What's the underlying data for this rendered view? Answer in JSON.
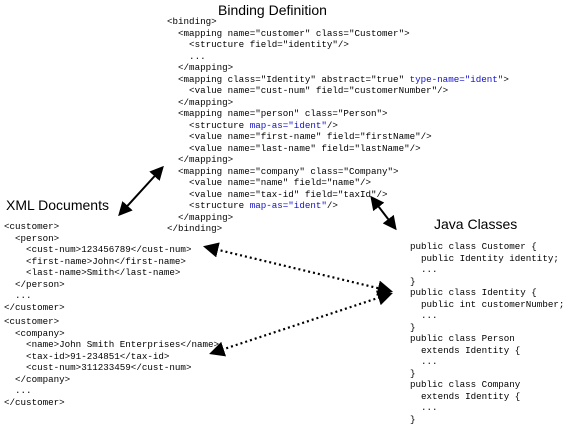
{
  "headings": {
    "binding_definition": "Binding Definition",
    "xml_documents": "XML Documents",
    "java_classes": "Java Classes"
  },
  "binding_definition": {
    "lines": [
      [
        "<binding>"
      ],
      [
        "  <mapping name=\"customer\" class=\"Customer\">"
      ],
      [
        "    <structure field=\"identity\"/>"
      ],
      [
        "    ..."
      ],
      [
        "  </mapping>"
      ],
      [
        "  <mapping class=\"Identity\" abstract=\"true\" ",
        "type-name=\"ident\"",
        ">"
      ],
      [
        "    <value name=\"cust-num\" field=\"customerNumber\"/>"
      ],
      [
        "  </mapping>"
      ],
      [
        "  <mapping name=\"person\" class=\"Person\">"
      ],
      [
        "    <structure ",
        "map-as=\"ident\"",
        "/>"
      ],
      [
        "    <value name=\"first-name\" field=\"firstName\"/>"
      ],
      [
        "    <value name=\"last-name\" field=\"lastName\"/>"
      ],
      [
        "  </mapping>"
      ],
      [
        "  <mapping name=\"company\" class=\"Company\">"
      ],
      [
        "    <value name=\"name\" field=\"name\"/>"
      ],
      [
        "    <value name=\"tax-id\" field=\"taxId\"/>"
      ],
      [
        "    <structure ",
        "map-as=\"ident\"",
        "/>"
      ],
      [
        "  </mapping>"
      ],
      [
        "</binding>"
      ]
    ]
  },
  "xml_documents": {
    "customer_doc": [
      "<customer>",
      "  <person>",
      "    <cust-num>123456789</cust-num>",
      "    <first-name>John</first-name>",
      "    <last-name>Smith</last-name>",
      "  </person>",
      "  ...",
      "</customer>"
    ],
    "company_doc": [
      "<customer>",
      "  <company>",
      "    <name>John Smith Enterprises</name>",
      "    <tax-id>91-234851</tax-id>",
      "    <cust-num>311233459</cust-num>",
      "  </company>",
      "  ...",
      "</customer>"
    ]
  },
  "java_classes": {
    "lines": [
      "public class Customer {",
      "  public Identity identity;",
      "  ...",
      "}",
      "public class Identity {",
      "  public int customerNumber;",
      "  ...",
      "}",
      "public class Person",
      "  extends Identity {",
      "  ...",
      "}",
      "public class Company",
      "  extends Identity {",
      "  ...",
      "}"
    ]
  },
  "colors": {
    "highlight": "#1010c8",
    "text": "#000000",
    "background": "#ffffff"
  }
}
